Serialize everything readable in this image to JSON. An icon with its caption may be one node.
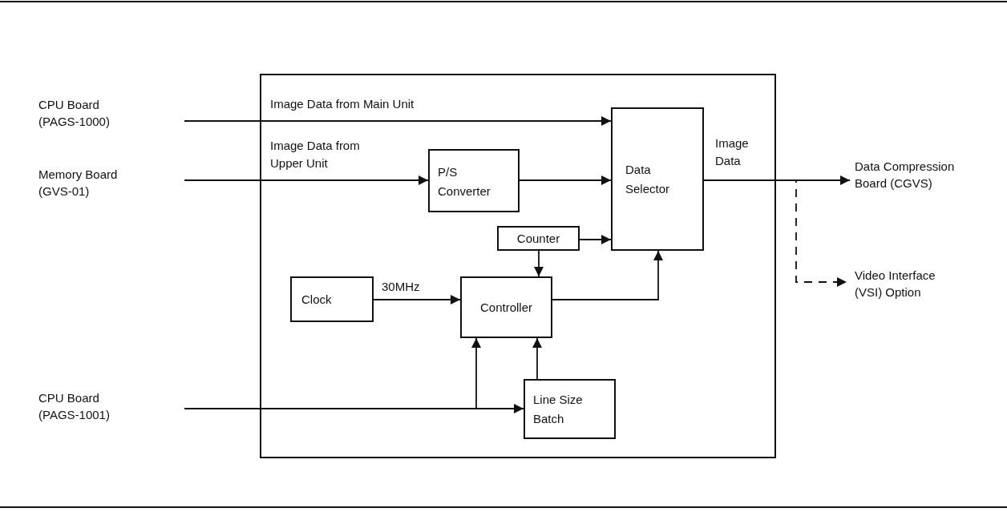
{
  "diagram": {
    "nodes": [
      {
        "text": [],
        "shape": "box"
      },
      {
        "text": [
          "CPU Board (PAGS-1000)"
        ]
      },
      {
        "text": [
          "Memory Board (GVS-01)"
        ]
      },
      {
        "text": [
          "CPU Board (PAGS-1001)"
        ]
      },
      {
        "text": [
          "P/S Converter"
        ],
        "in": 0
      },
      {
        "text": [
          "Data Selector"
        ],
        "in": 0
      },
      {
        "text": [
          "Counter"
        ],
        "in": 0
      },
      {
        "text": [
          "Clock"
        ],
        "in": 0
      },
      {
        "text": [
          "Controller"
        ],
        "in": 0
      },
      {
        "text": [
          "Line Size Batch"
        ],
        "in": 0
      },
      {
        "text": [
          "Data Compression Board (CGVS)"
        ]
      },
      {
        "text": [
          "Video Interface (VSI) Option"
        ]
      }
    ],
    "edges": [
      {
        "from": 1,
        "to": 5,
        "arrow": "to",
        "label": "Image Data from Main Unit"
      },
      {
        "from": 2,
        "to": 4,
        "arrow": "to",
        "label": "Image Data from Upper Unit"
      },
      {
        "from": 4,
        "to": 5,
        "arrow": "to"
      },
      {
        "from": 6,
        "to": 5,
        "arrow": "to"
      },
      {
        "from": 6,
        "to": 8,
        "arrow": "to"
      },
      {
        "from": 7,
        "to": 8,
        "arrow": "to",
        "label": "30MHz"
      },
      {
        "from": 8,
        "to": 5,
        "arrow": "to"
      },
      {
        "from": 9,
        "to": 8,
        "arrow": "to"
      },
      {
        "from": 3,
        "to": 9,
        "arrow": "to"
      },
      {
        "from": 3,
        "to": 8,
        "arrow": "to"
      },
      {
        "from": 5,
        "to": 10,
        "arrow": "to",
        "label": "Image Data"
      },
      {
        "from": 5,
        "to": 11,
        "arrow": "to",
        "style": "dashed"
      }
    ]
  }
}
